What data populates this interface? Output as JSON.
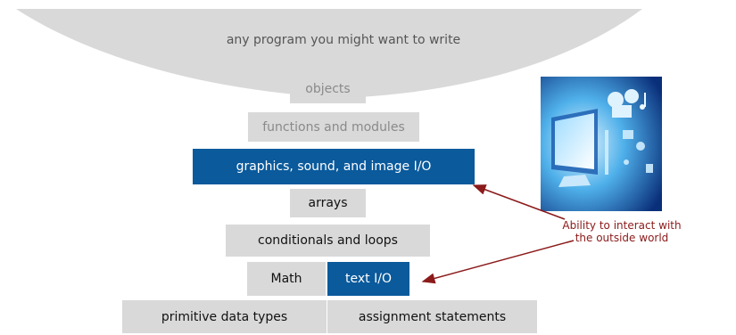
{
  "top_label": "any program you might want to write",
  "layers": {
    "objects": "objects",
    "functions": "functions and modules",
    "graphics": "graphics, sound, and image I/O",
    "arrays": "arrays",
    "conditionals": "conditionals and loops",
    "math": "Math",
    "text_io": "text I/O",
    "primitive": "primitive data types",
    "assignment": "assignment statements"
  },
  "callout": {
    "line1": "Ability to interact with",
    "line2": "the outside world"
  },
  "colors": {
    "io_highlight": "#0a5a9c",
    "layer_gray": "#d9d9d9",
    "callout": "#8b1a1a"
  }
}
